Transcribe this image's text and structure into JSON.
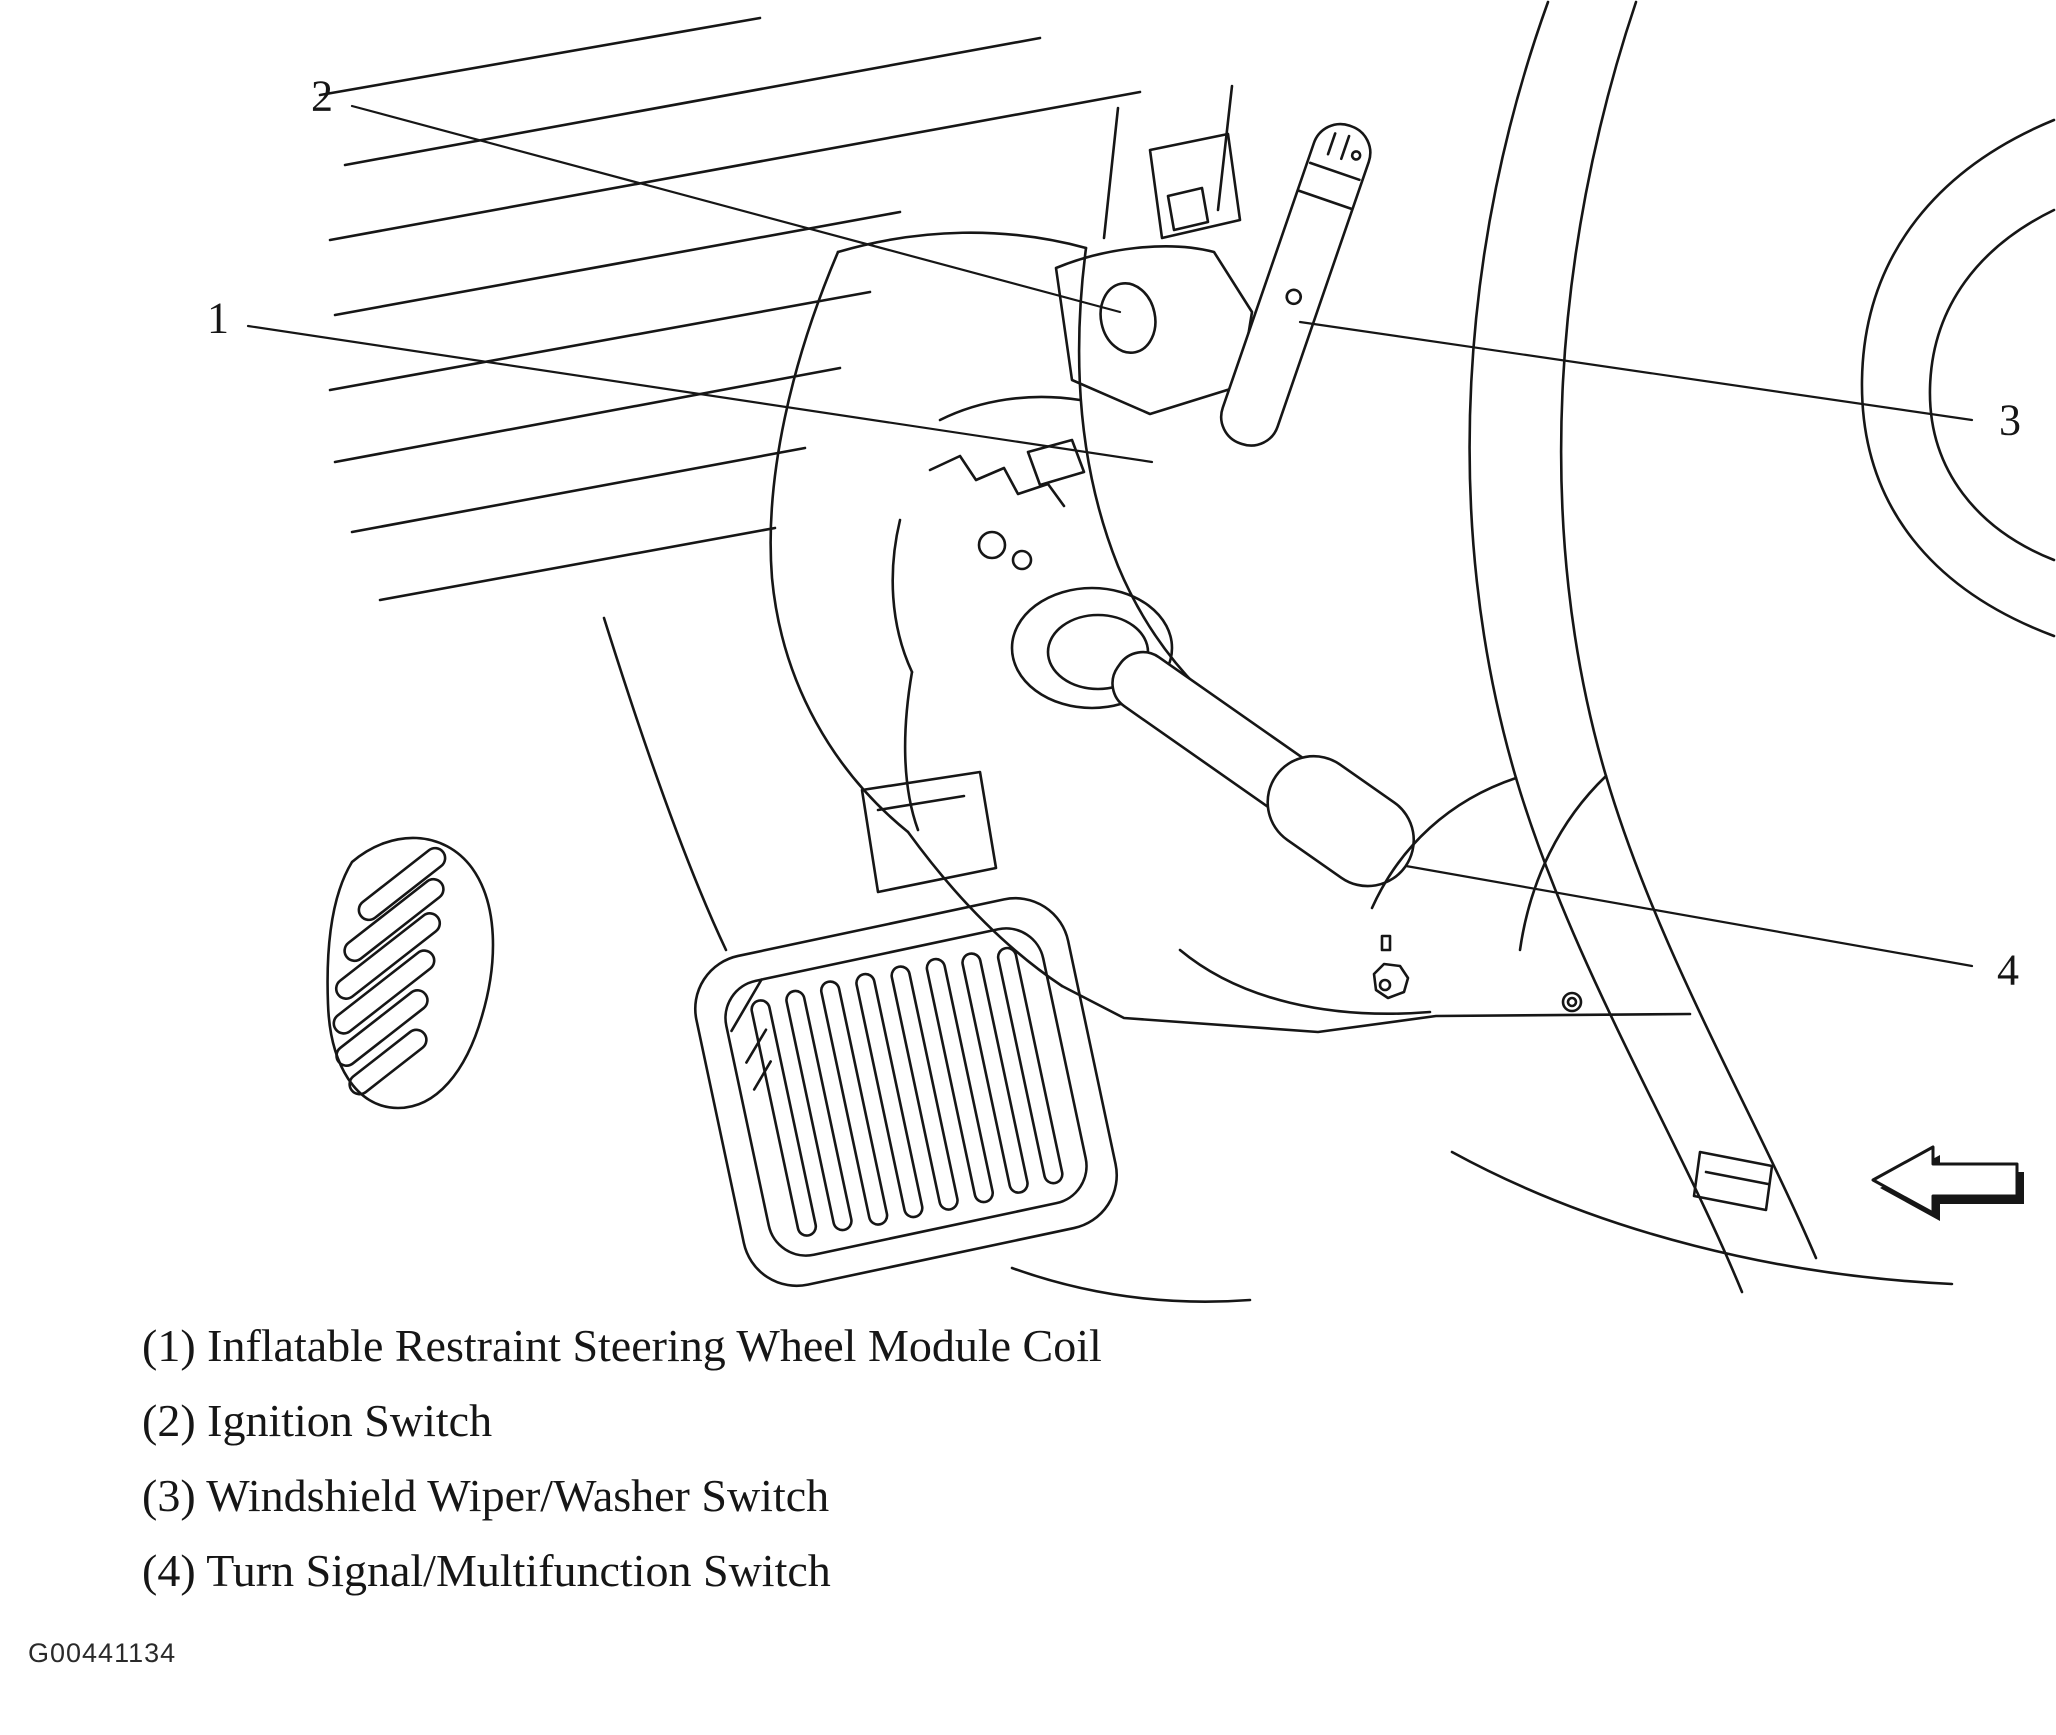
{
  "figure": {
    "code": "G00441134",
    "background_color": "#ffffff",
    "line_color": "#161616"
  },
  "diagram": {
    "callouts": [
      {
        "number": "1",
        "label": "Inflatable Restraint Steering Wheel Module Coil"
      },
      {
        "number": "2",
        "label": "Ignition Switch"
      },
      {
        "number": "3",
        "label": "Windshield Wiper/Washer Switch"
      },
      {
        "number": "4",
        "label": "Turn Signal/Multifunction Switch"
      }
    ],
    "direction_arrow": "left"
  },
  "legend": {
    "items": [
      {
        "text": "(1) Inflatable Restraint Steering Wheel Module Coil"
      },
      {
        "text": "(2) Ignition Switch"
      },
      {
        "text": "(3) Windshield Wiper/Washer Switch"
      },
      {
        "text": "(4) Turn Signal/Multifunction Switch"
      }
    ]
  }
}
